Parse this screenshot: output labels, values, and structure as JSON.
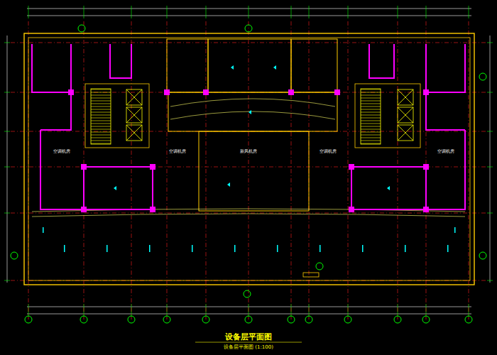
{
  "diagram": {
    "title": "设备层平面图",
    "caption": "设备层平面图 (1:100)",
    "labels": [
      "空调机房",
      "空调机房",
      "新风机房",
      "空调机房",
      "空调机房"
    ]
  }
}
